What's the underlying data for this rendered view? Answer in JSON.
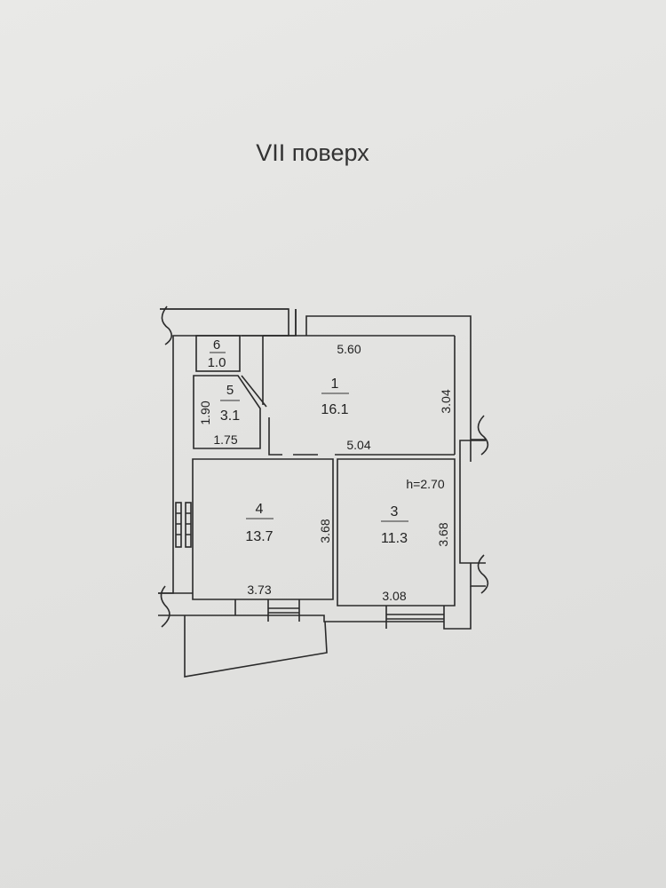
{
  "title": "VII поверх",
  "ceiling_height": "h=2.70",
  "rooms": [
    {
      "number": "1",
      "area": "16.1",
      "dims": [
        "5.60",
        "3.04",
        "5.04"
      ]
    },
    {
      "number": "3",
      "area": "11.3",
      "dims": [
        "3.68",
        "3.08"
      ]
    },
    {
      "number": "4",
      "area": "13.7",
      "dims": [
        "3.68",
        "3.73"
      ]
    },
    {
      "number": "5",
      "area": "3.1",
      "dims": [
        "1.90",
        "1.75"
      ]
    },
    {
      "number": "6",
      "area": "1.0",
      "dims": []
    }
  ]
}
